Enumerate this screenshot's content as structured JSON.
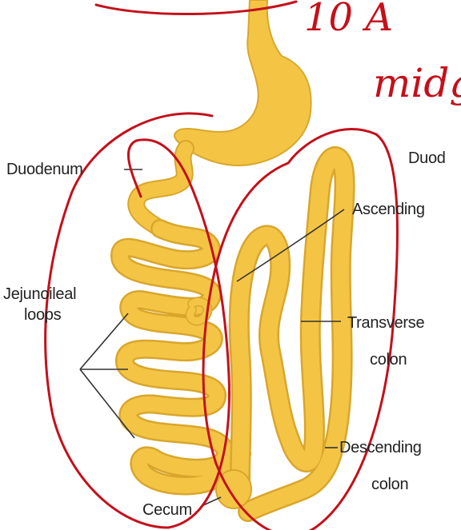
{
  "figure": {
    "colors": {
      "intestine_fill": "#f4c545",
      "intestine_edge": "#d9a62c",
      "leader_line": "#333333",
      "annotation_ink": "#c4101b",
      "label_text": "#222222"
    },
    "labels": {
      "duodenum_left": "Duodenum",
      "duodenum_right": "Duod",
      "ascending": "Ascending",
      "jejunoileal_line1": "Jejunoileal",
      "jejunoileal_line2": "loops",
      "transverse_line1": "Transverse",
      "transverse_line2": "colon",
      "descending_line1": "Descending",
      "descending_line2": "colon",
      "cecum": "Cecum"
    },
    "annotations": {
      "handwriting_top": "10 A",
      "handwriting_midgut": "midg"
    }
  }
}
